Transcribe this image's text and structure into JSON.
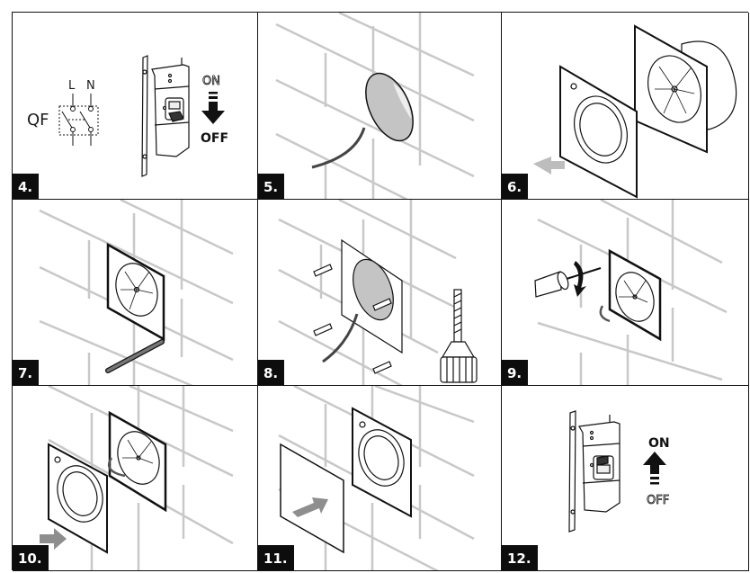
{
  "document": {
    "type": "installation instructions",
    "subject": "wall-mounted exhaust fan"
  },
  "colors": {
    "line": "#111111",
    "wall_lines": "#c8c8c8",
    "hole_fill": "#c4c4c4",
    "arrow_gray": "#8e8e8e",
    "label_bg": "#0d0d0d",
    "label_text": "#ffffff"
  },
  "steps": [
    {
      "label": "4.",
      "illustration": "breaker-switch-off",
      "diagram": {
        "device": "QF",
        "terminals": [
          "L",
          "N"
        ]
      },
      "switch_text": "OFF",
      "arrow": {
        "direction": "down",
        "from": "ON",
        "to": "OFF"
      }
    },
    {
      "label": "5.",
      "illustration": "wall-hole-with-cable"
    },
    {
      "label": "6.",
      "illustration": "remove-front-panel",
      "arrow": {
        "direction": "down-left"
      }
    },
    {
      "label": "7.",
      "illustration": "mark-holes-with-pencil"
    },
    {
      "label": "8.",
      "illustration": "drill-and-insert-dowels"
    },
    {
      "label": "9.",
      "illustration": "screw-fan-to-wall"
    },
    {
      "label": "10.",
      "illustration": "attach-front-panel",
      "arrow": {
        "direction": "right"
      }
    },
    {
      "label": "11.",
      "illustration": "attach-decorative-cover",
      "arrow": {
        "direction": "up-right"
      }
    },
    {
      "label": "12.",
      "illustration": "breaker-switch-on",
      "switch_text": "ON",
      "arrow": {
        "direction": "up",
        "from": "OFF",
        "to": "ON"
      }
    }
  ]
}
